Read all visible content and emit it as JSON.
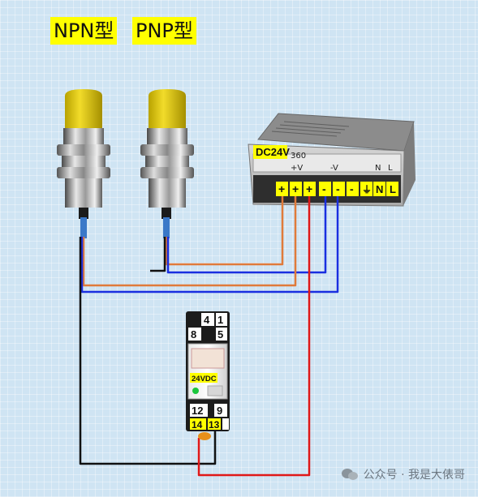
{
  "labels": {
    "npn": "NPN型",
    "pnp": "PNP型"
  },
  "power_supply": {
    "tag": "DC24V",
    "model_fragment": "360",
    "label_plus_v": "+V",
    "label_minus_v": "-V",
    "label_n": "N",
    "label_l": "L",
    "terminal_plus": "+",
    "terminal_minus": "-"
  },
  "relay": {
    "pins_top": [
      "4",
      "1"
    ],
    "pin_8": "8",
    "pin_5": "5",
    "pin_12": "12",
    "pin_9": "9",
    "pin_14": "14",
    "pin_13": "13",
    "coil_voltage": "24VDC"
  },
  "watermark": {
    "text": "公众号 · 我是大俵哥"
  },
  "colors": {
    "brown_wire": "#e07a3a",
    "blue_wire": "#1a2fe0",
    "black_wire": "#111111",
    "red_wire": "#e01818",
    "highlight": "#ffff00"
  }
}
